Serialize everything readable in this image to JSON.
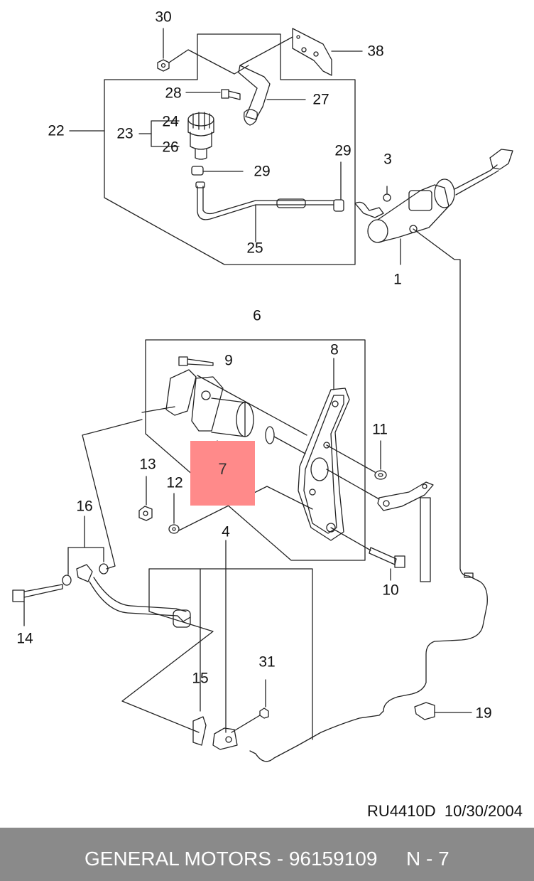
{
  "callouts": {
    "c1": "1",
    "c3": "3",
    "c4": "4",
    "c6": "6",
    "c7": "7",
    "c8": "8",
    "c9": "9",
    "c10": "10",
    "c11": "11",
    "c12": "12",
    "c13": "13",
    "c14": "14",
    "c15": "15",
    "c16": "16",
    "c19": "19",
    "c22": "22",
    "c23": "23",
    "c24": "24",
    "c25": "25",
    "c26": "26",
    "c27": "27",
    "c28": "28",
    "c29a": "29",
    "c29b": "29",
    "c30": "30",
    "c31": "31",
    "c38": "38"
  },
  "drawing": {
    "id": "RU4410D",
    "date": "10/30/2004"
  },
  "footer": {
    "text": "GENERAL MOTORS - 96159109",
    "page": "N - 7"
  },
  "colors": {
    "line": "#222222",
    "highlight": "#ff8a8a",
    "footer_bg": "#8a8a8a"
  }
}
